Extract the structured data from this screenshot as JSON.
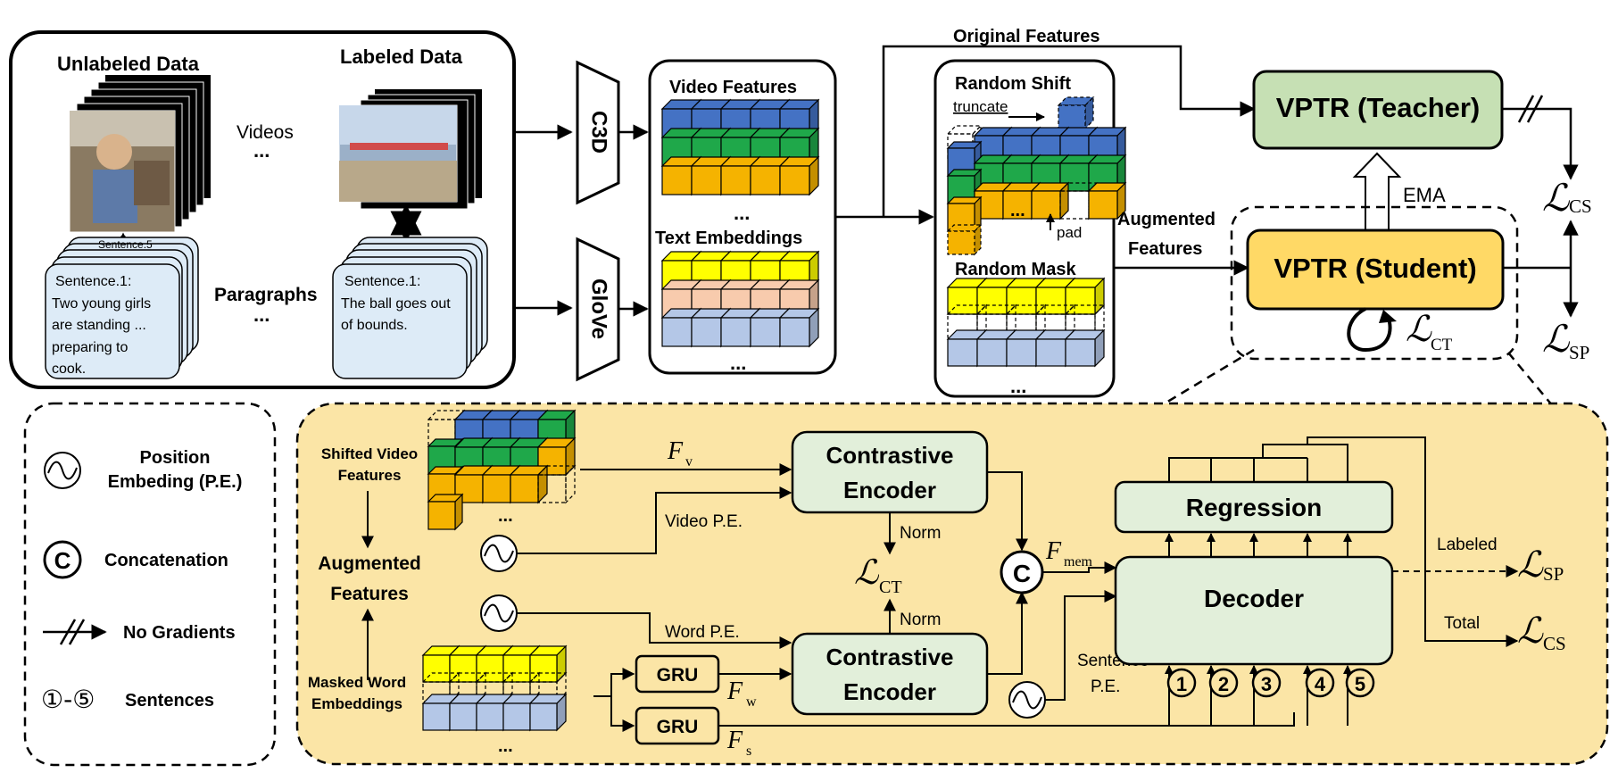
{
  "data_panel": {
    "unlabeled_title": "Unlabeled Data",
    "labeled_title": "Labeled Data",
    "videos_label": "Videos",
    "paragraphs_label": "Paragraphs",
    "ellipsis": "...",
    "card_back": "Sentence.5",
    "unlabeled_card": [
      "Sentence.1:",
      "Two young girls",
      "are standing ...",
      "preparing to",
      "cook."
    ],
    "labeled_card": [
      "Sentence.1:",
      "The ball goes out",
      "of bounds."
    ]
  },
  "extractors": {
    "c3d": "C3D",
    "glove": "GloVe"
  },
  "features_panel": {
    "video_title": "Video Features",
    "text_title": "Text Embeddings",
    "ellipsis": "..."
  },
  "augment_panel": {
    "shift_title": "Random Shift",
    "truncate": "truncate",
    "pad": "pad",
    "mask_title": "Random Mask",
    "ellipsis": "..."
  },
  "top_flow": {
    "original_features": "Original Features",
    "augmented_line1": "Augmented",
    "augmented_line2": "Features",
    "ema": "EMA"
  },
  "models": {
    "teacher": "VPTR (Teacher)",
    "student": "VPTR (Student)"
  },
  "losses": {
    "script_L": "ℒ",
    "cs": "CS",
    "sp": "SP",
    "ct": "CT"
  },
  "legend": {
    "pe_line1": "Position",
    "pe_line2": "Embeding (P.E.)",
    "concat_symbol": "C",
    "concat_label": "Concatenation",
    "nograd_label": "No Gradients",
    "sentences_symbol": "①-⑤",
    "sentences_label": "Sentences"
  },
  "detail": {
    "shifted_line1": "Shifted Video",
    "shifted_line2": "Features",
    "augmented_line1": "Augmented",
    "augmented_line2": "Features",
    "masked_line1": "Masked Word",
    "masked_line2": "Embeddings",
    "encoder_line1": "Contrastive",
    "encoder_line2": "Encoder",
    "video_pe": "Video P.E.",
    "word_pe": "Word P.E.",
    "sentence_pe_line1": "Sentence",
    "sentence_pe_line2": "P.E.",
    "norm": "Norm",
    "gru": "GRU",
    "F": "F",
    "sub_v": "v",
    "sub_w": "w",
    "sub_s": "s",
    "sub_mem": "mem",
    "concat_symbol": "C",
    "regression": "Regression",
    "decoder": "Decoder",
    "labeled": "Labeled",
    "total": "Total",
    "sentence_circles": [
      "1",
      "2",
      "3",
      "4",
      "5"
    ],
    "ellipsis": "..."
  },
  "colors": {
    "blue": "#4472C4",
    "green": "#1FA84A",
    "orange": "#F5B300",
    "yellow": "#FFFF00",
    "peach": "#F8CBAD",
    "lightblue": "#B4C7E7",
    "teacher": "#C6E0B4",
    "student": "#FFD966",
    "detail_bg": "#FBE5A6",
    "encoder": "#E2EFDA",
    "card": "#DDEBF7"
  }
}
